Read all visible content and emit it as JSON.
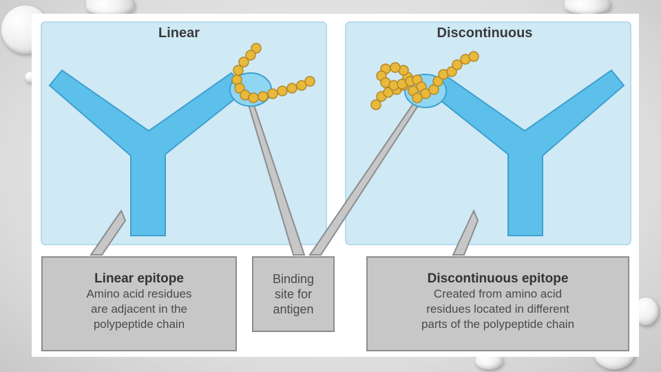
{
  "panels": {
    "linear_title": "Linear",
    "discontinuous_title": "Discontinuous"
  },
  "labels": {
    "linear": {
      "heading": "Linear epitope",
      "lines": [
        "Amino acid residues",
        "are adjacent in the",
        "polypeptide chain"
      ]
    },
    "binding": {
      "lines": [
        "Binding",
        "site for",
        "antigen"
      ]
    },
    "discontinuous": {
      "heading": "Discontinuous epitope",
      "lines": [
        "Created from amino acid",
        "residues located in different",
        "parts of the polypeptide chain"
      ]
    }
  },
  "colors": {
    "panel_bg": "#cfe9f5",
    "antibody": "#5cc0ea",
    "bead": "#e8b93a",
    "label_bg": "#c7c7c7"
  }
}
